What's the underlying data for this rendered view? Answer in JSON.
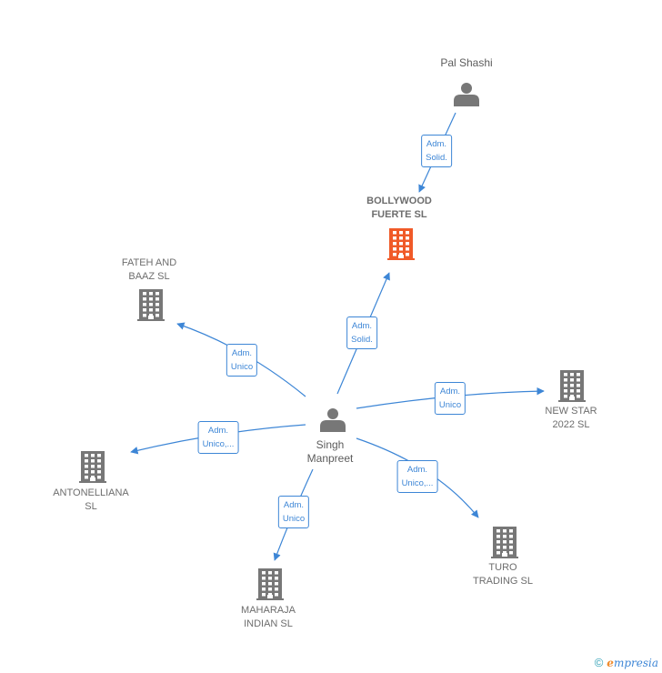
{
  "nodes": [
    {
      "id": "pal",
      "label": "Pal Shashi",
      "kind": "person"
    },
    {
      "id": "bollywood",
      "label": "BOLLYWOOD\nFUERTE  SL",
      "kind": "company",
      "focus": true
    },
    {
      "id": "fateh",
      "label": "FATEH AND\nBAAZ  SL",
      "kind": "company"
    },
    {
      "id": "singh",
      "label": "Singh\nManpreet",
      "kind": "person"
    },
    {
      "id": "newstar",
      "label": "NEW STAR\n2022  SL",
      "kind": "company"
    },
    {
      "id": "antonelliana",
      "label": "ANTONELLIANA\nSL",
      "kind": "company"
    },
    {
      "id": "turo",
      "label": "TURO\nTRADING  SL",
      "kind": "company"
    },
    {
      "id": "maharaja",
      "label": "MAHARAJA\nINDIAN  SL",
      "kind": "company"
    }
  ],
  "edges": [
    {
      "from": "pal",
      "to": "bollywood",
      "label": "Adm.\nSolid."
    },
    {
      "from": "singh",
      "to": "bollywood",
      "label": "Adm.\nSolid."
    },
    {
      "from": "singh",
      "to": "fateh",
      "label": "Adm.\nUnico"
    },
    {
      "from": "singh",
      "to": "newstar",
      "label": "Adm.\nUnico"
    },
    {
      "from": "singh",
      "to": "antonelliana",
      "label": "Adm.\nUnico,..."
    },
    {
      "from": "singh",
      "to": "turo",
      "label": "Adm.\nUnico,..."
    },
    {
      "from": "singh",
      "to": "maharaja",
      "label": "Adm.\nUnico"
    }
  ],
  "colors": {
    "edge": "#3d86d6",
    "icon": "#777777",
    "focus_icon": "#f05a28"
  },
  "icons": {
    "person": "person-icon",
    "company": "building-icon"
  },
  "footer": {
    "copyright": "©",
    "brand_first": "e",
    "brand_rest": "mpresia"
  }
}
